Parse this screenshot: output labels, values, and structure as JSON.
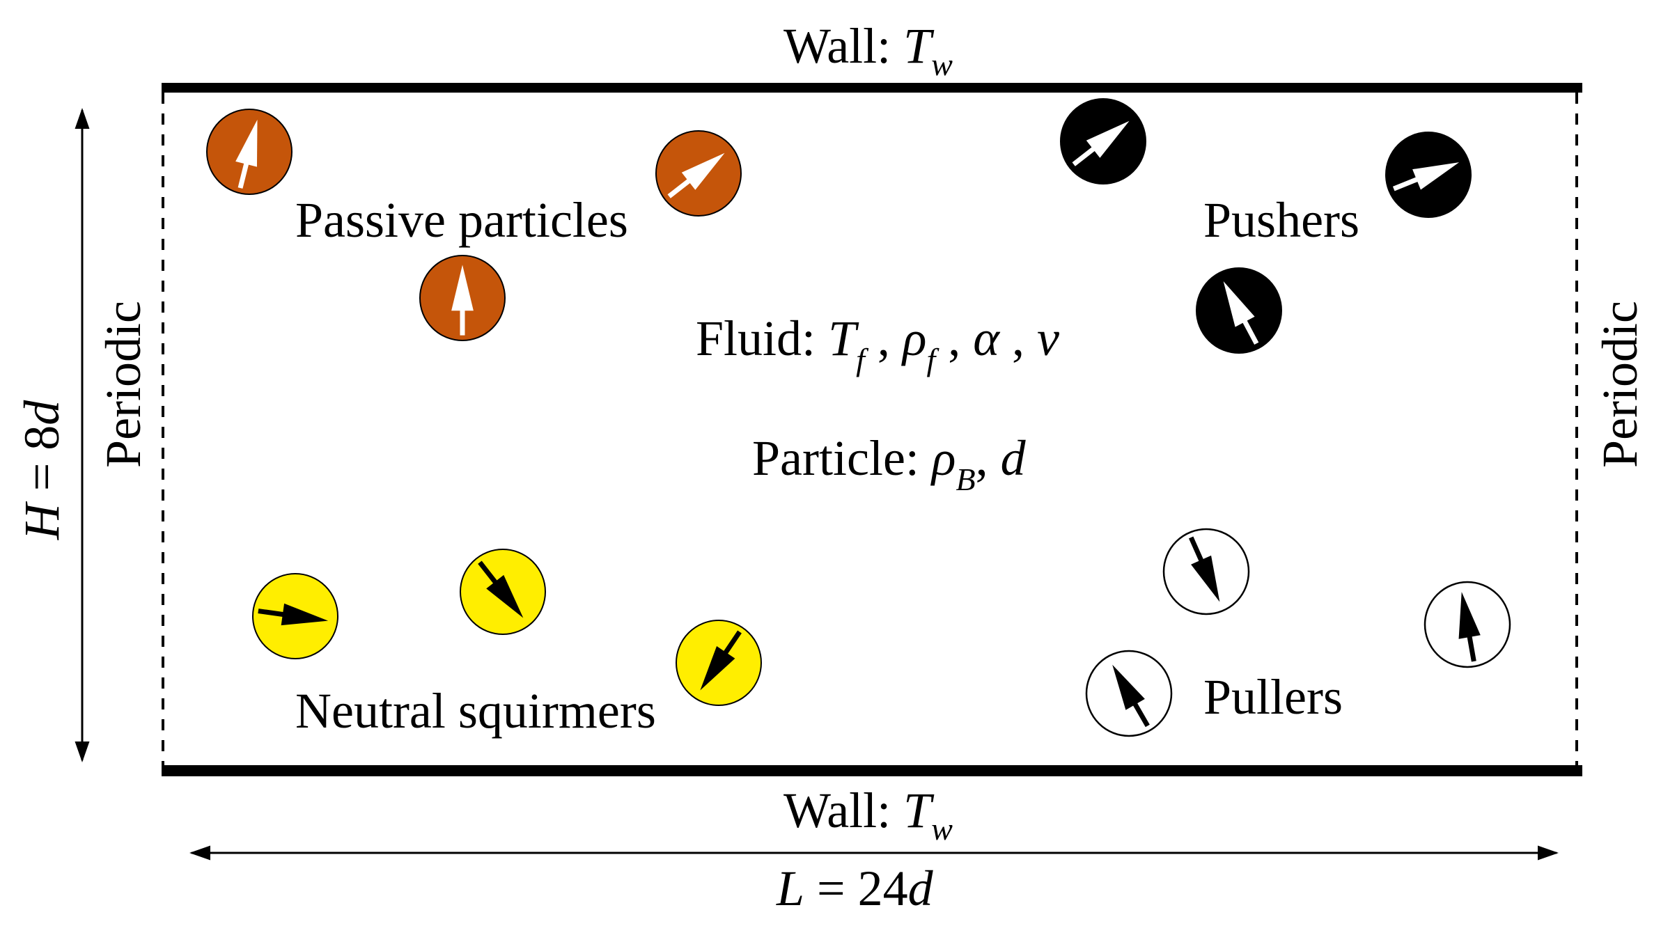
{
  "top_wall": {
    "prefix": "Wall: ",
    "symbol": "T",
    "subscript": "w"
  },
  "bottom_wall": {
    "prefix": "Wall: ",
    "symbol": "T",
    "subscript": "w"
  },
  "height": {
    "symbol": "H",
    "rest": " = 8",
    "unit": "d"
  },
  "length": {
    "symbol": "L",
    "rest": " = 24",
    "unit": "d"
  },
  "left_boundary": "Periodic",
  "right_boundary": "Periodic",
  "fluid": {
    "prefix": "Fluid: ",
    "t_symbol": "T",
    "t_sub": "f",
    "sep1": " , ",
    "rho_symbol": "ρ",
    "rho_sub": "f",
    "sep2": " ,  ",
    "alpha": "α",
    "sep3": " ,  ",
    "nu": "ν"
  },
  "particle": {
    "prefix": "Particle: ",
    "rho_symbol": "ρ",
    "rho_sub": "B",
    "sep": ", ",
    "d": "d"
  },
  "groups": {
    "passive": {
      "label": "Passive particles",
      "fill": "#c5550a",
      "arrow": "#ffffff",
      "stroke": "#000000"
    },
    "pushers": {
      "label": "Pushers",
      "fill": "#000000",
      "arrow": "#ffffff",
      "stroke": "#000000"
    },
    "neutral": {
      "label": "Neutral squirmers",
      "fill": "#ffee00",
      "arrow": "#000000",
      "stroke": "#000000"
    },
    "pullers": {
      "label": "Pullers",
      "fill": "#ffffff",
      "arrow": "#000000",
      "stroke": "#000000"
    }
  }
}
